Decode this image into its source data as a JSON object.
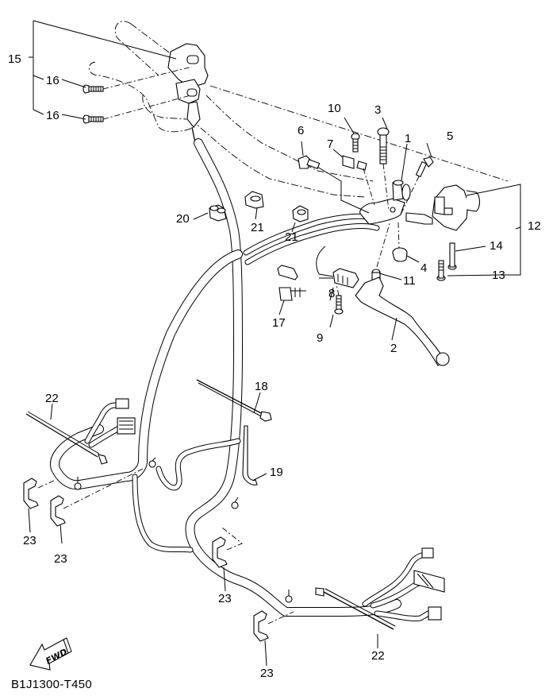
{
  "diagram": {
    "title": "Handlebar switch, clutch lever and wire harness exploded view",
    "diagram_code": "B1J1300-T450",
    "direction_badge": "FWD",
    "callouts": [
      {
        "id": "c1",
        "label": "1"
      },
      {
        "id": "c2",
        "label": "2"
      },
      {
        "id": "c3",
        "label": "3"
      },
      {
        "id": "c4",
        "label": "4"
      },
      {
        "id": "c5",
        "label": "5"
      },
      {
        "id": "c6",
        "label": "6"
      },
      {
        "id": "c7",
        "label": "7"
      },
      {
        "id": "c8",
        "label": "8"
      },
      {
        "id": "c9",
        "label": "9"
      },
      {
        "id": "c10",
        "label": "10"
      },
      {
        "id": "c11",
        "label": "11"
      },
      {
        "id": "c12",
        "label": "12"
      },
      {
        "id": "c13",
        "label": "13"
      },
      {
        "id": "c14",
        "label": "14"
      },
      {
        "id": "c15",
        "label": "15"
      },
      {
        "id": "c16a",
        "label": "16"
      },
      {
        "id": "c16b",
        "label": "16"
      },
      {
        "id": "c17",
        "label": "17"
      },
      {
        "id": "c18",
        "label": "18"
      },
      {
        "id": "c19",
        "label": "19"
      },
      {
        "id": "c20",
        "label": "20"
      },
      {
        "id": "c21a",
        "label": "21"
      },
      {
        "id": "c21b",
        "label": "21"
      },
      {
        "id": "c22a",
        "label": "22"
      },
      {
        "id": "c22b",
        "label": "22"
      },
      {
        "id": "c23a",
        "label": "23"
      },
      {
        "id": "c23b",
        "label": "23"
      },
      {
        "id": "c23c",
        "label": "23"
      },
      {
        "id": "c23d",
        "label": "23"
      }
    ],
    "colors": {
      "ink": "#000000",
      "paper": "#ffffff"
    }
  }
}
